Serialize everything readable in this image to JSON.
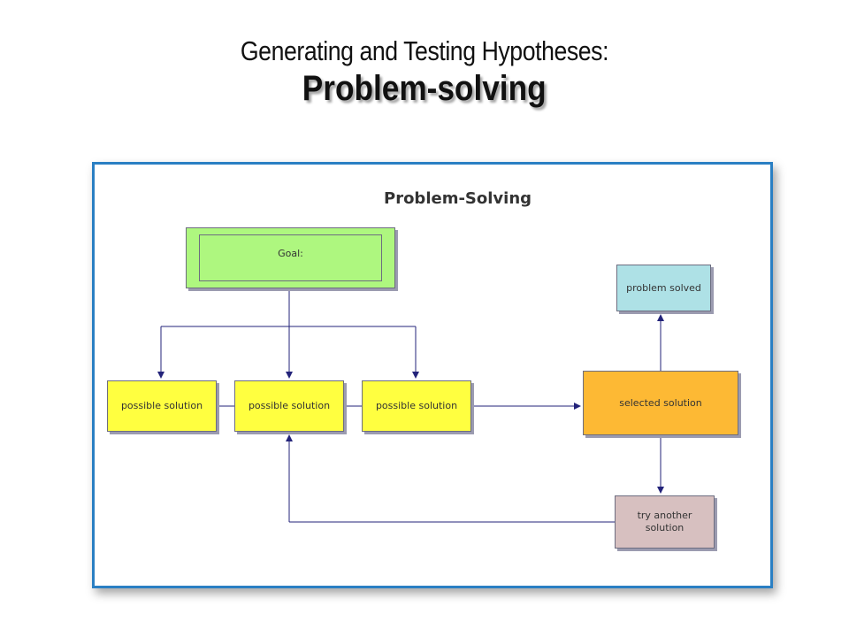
{
  "slide": {
    "title_line1": "Generating and Testing Hypotheses:",
    "title_line2": "Problem-solving"
  },
  "diagram": {
    "title": "Problem-Solving",
    "nodes": {
      "goal": "Goal:",
      "possible_solution_1": "possible solution",
      "possible_solution_2": "possible solution",
      "possible_solution_3": "possible solution",
      "selected_solution": "selected solution",
      "problem_solved": "problem solved",
      "try_another_solution": "try another solution"
    },
    "colors": {
      "frame_border": "#2a7fc3",
      "goal": "#aef77f",
      "possible_solution": "#ffff40",
      "selected_solution": "#fdb934",
      "problem_solved": "#aee1e6",
      "try_another_solution": "#d7c0c0",
      "connector": "#23237a"
    }
  }
}
